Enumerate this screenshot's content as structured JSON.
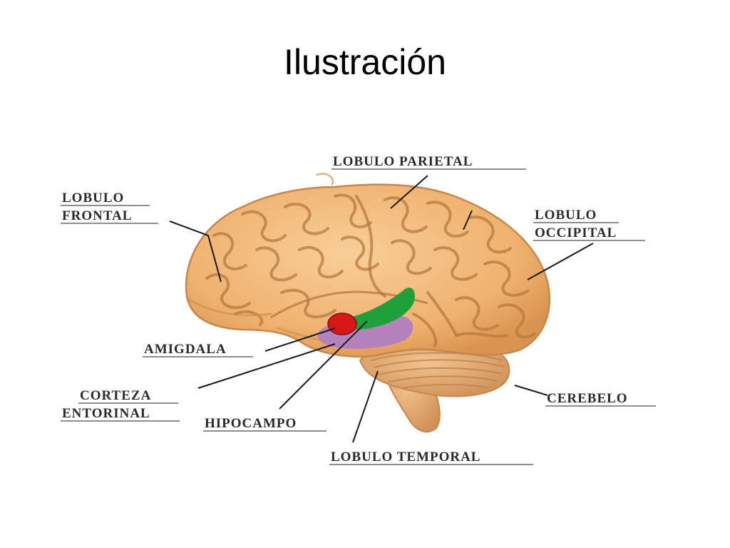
{
  "slide": {
    "title": "Ilustración"
  },
  "labels": {
    "parietal": "LOBULO PARIETAL",
    "frontal_line1": "LOBULO",
    "frontal_line2": "FRONTAL",
    "occipital_line1": "LOBULO",
    "occipital_line2": "OCCIPITAL",
    "amigdala": "AMIGDALA",
    "corteza_line1": "CORTEZA",
    "corteza_line2": "ENTORINAL",
    "hipocampo": "HIPOCAMPO",
    "cerebelo": "CEREBELO",
    "temporal": "LOBULO TEMPORAL"
  },
  "colors": {
    "brain": "#f2b878",
    "brain_edge": "#c7874a",
    "amigdala": "#d81818",
    "hipocampo": "#1fa03a",
    "corteza_entorinal": "#b07fc0"
  }
}
